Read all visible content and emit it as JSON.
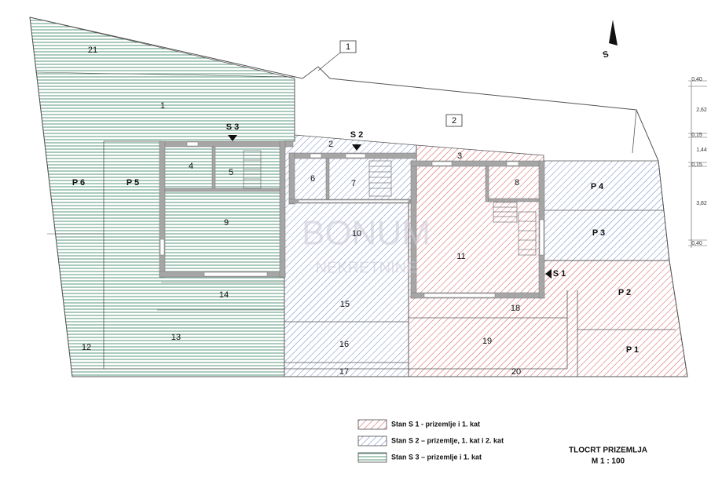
{
  "colors": {
    "s1_red": "#d4505a",
    "s2_blue": "#6f86c4",
    "s3_green": "#2e7d5b",
    "wall": "#a6a6a6",
    "line": "#555555"
  },
  "rooms": {
    "r1": "1",
    "r2": "2",
    "r3": "3",
    "r4": "4",
    "r5": "5",
    "r6": "6",
    "r7": "7",
    "r8": "8",
    "r9": "9",
    "r10": "10",
    "r11": "11",
    "r12": "12",
    "r13": "13",
    "r14": "14",
    "r15": "15",
    "r16": "16",
    "r17": "17",
    "r18": "18",
    "r19": "19",
    "r20": "20",
    "r21": "21"
  },
  "parking": {
    "p1": "P 1",
    "p2": "P 2",
    "p3": "P 3",
    "p4": "P 4",
    "p5": "P 5",
    "p6": "P 6"
  },
  "entrances": {
    "s1": "S 1",
    "s2": "S 2",
    "s3": "S 3"
  },
  "boxed_labels": {
    "b1": "1",
    "b2": "2"
  },
  "north_arrow": "S",
  "watermark": {
    "line1": "BONUM",
    "line2": "NEKRETNINE"
  },
  "dimensions": [
    "0,40",
    "2,62",
    "0,15",
    "1,44",
    "0,15",
    "3,82",
    "0,40"
  ],
  "legend": [
    {
      "label": "Stan S 1 - prizemlje i 1. kat",
      "color": "#d4505a",
      "pattern": "hatch-red"
    },
    {
      "label": "Stan S 2 – prizemlje, 1. kat i 2. kat",
      "color": "#6f86c4",
      "pattern": "hatch-blue"
    },
    {
      "label": "Stan S 3 – prizemlje i 1. kat",
      "color": "#2e7d5b",
      "pattern": "lines-green"
    }
  ],
  "title": {
    "line1": "TLOCRT PRIZEMLJA",
    "line2": "M 1 : 100"
  }
}
